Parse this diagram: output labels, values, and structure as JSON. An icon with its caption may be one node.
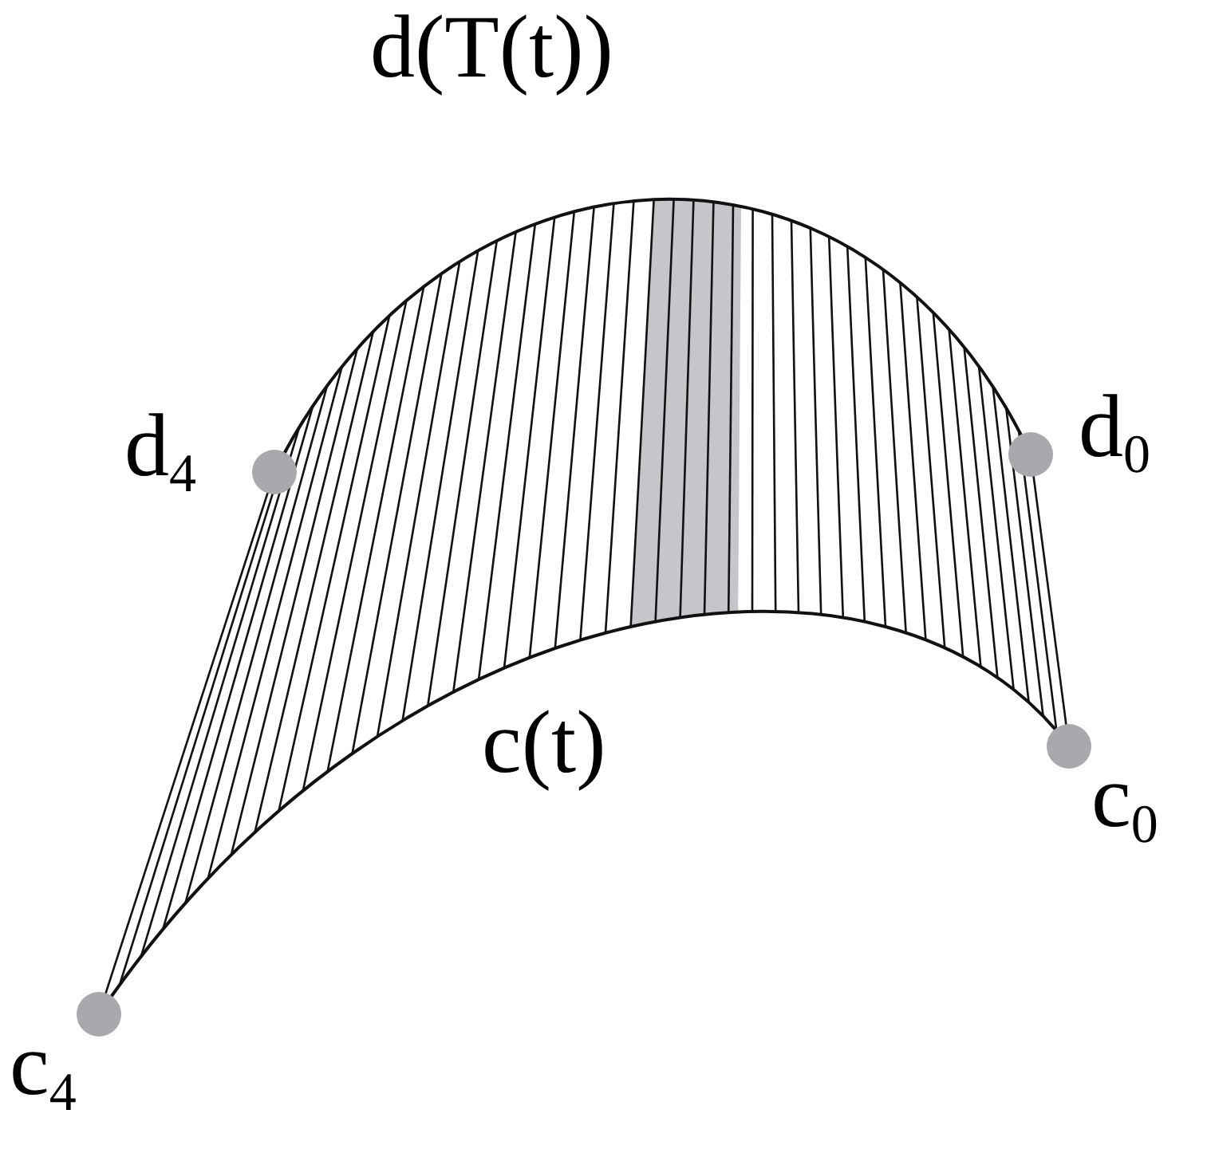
{
  "diagram": {
    "labels": [
      "d(T(t))",
      "d$_{4}$",
      "d$_{0}$",
      "c(t)",
      "c$_{0}$",
      "c$_{4}$"
    ]
  }
}
